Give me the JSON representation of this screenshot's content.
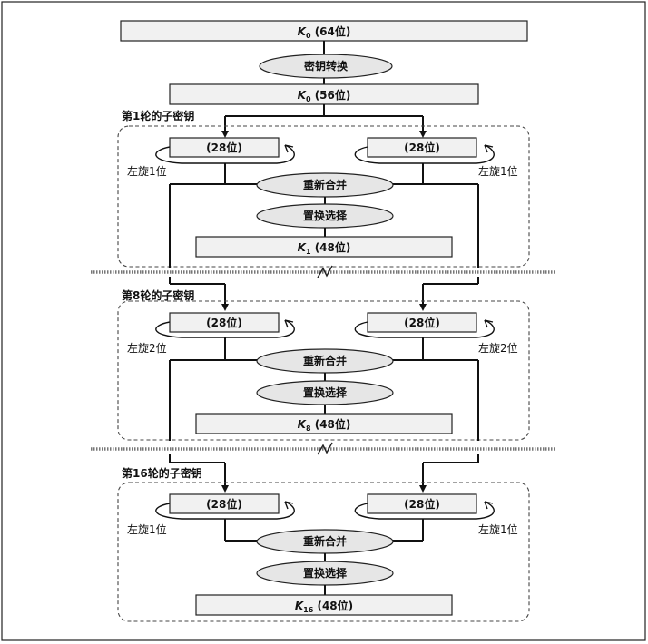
{
  "top": {
    "k0_64": "K0 (64位)",
    "k0_64_main": "K",
    "k0_64_sub": "0",
    "k0_64_rest": " (64位)",
    "key_transform": "密钥转换",
    "k0_56_main": "K",
    "k0_56_sub": "0",
    "k0_56_rest": " (56位)"
  },
  "rounds": [
    {
      "title": "第1轮的子密钥",
      "left_half": "(28位)",
      "right_half": "(28位)",
      "left_rotate": "左旋1位",
      "right_rotate": "左旋1位",
      "merge": "重新合并",
      "permute": "置换选择",
      "key_main": "K",
      "key_sub": "1",
      "key_rest": " (48位)"
    },
    {
      "title": "第8轮的子密钥",
      "left_half": "(28位)",
      "right_half": "(28位)",
      "left_rotate": "左旋2位",
      "right_rotate": "左旋2位",
      "merge": "重新合并",
      "permute": "置换选择",
      "key_main": "K",
      "key_sub": "8",
      "key_rest": " (48位)"
    },
    {
      "title": "第16轮的子密钥",
      "left_half": "(28位)",
      "right_half": "(28位)",
      "left_rotate": "左旋1位",
      "right_rotate": "左旋1位",
      "merge": "重新合并",
      "permute": "置换选择",
      "key_main": "K",
      "key_sub": "16",
      "key_rest": " (48位)"
    }
  ]
}
